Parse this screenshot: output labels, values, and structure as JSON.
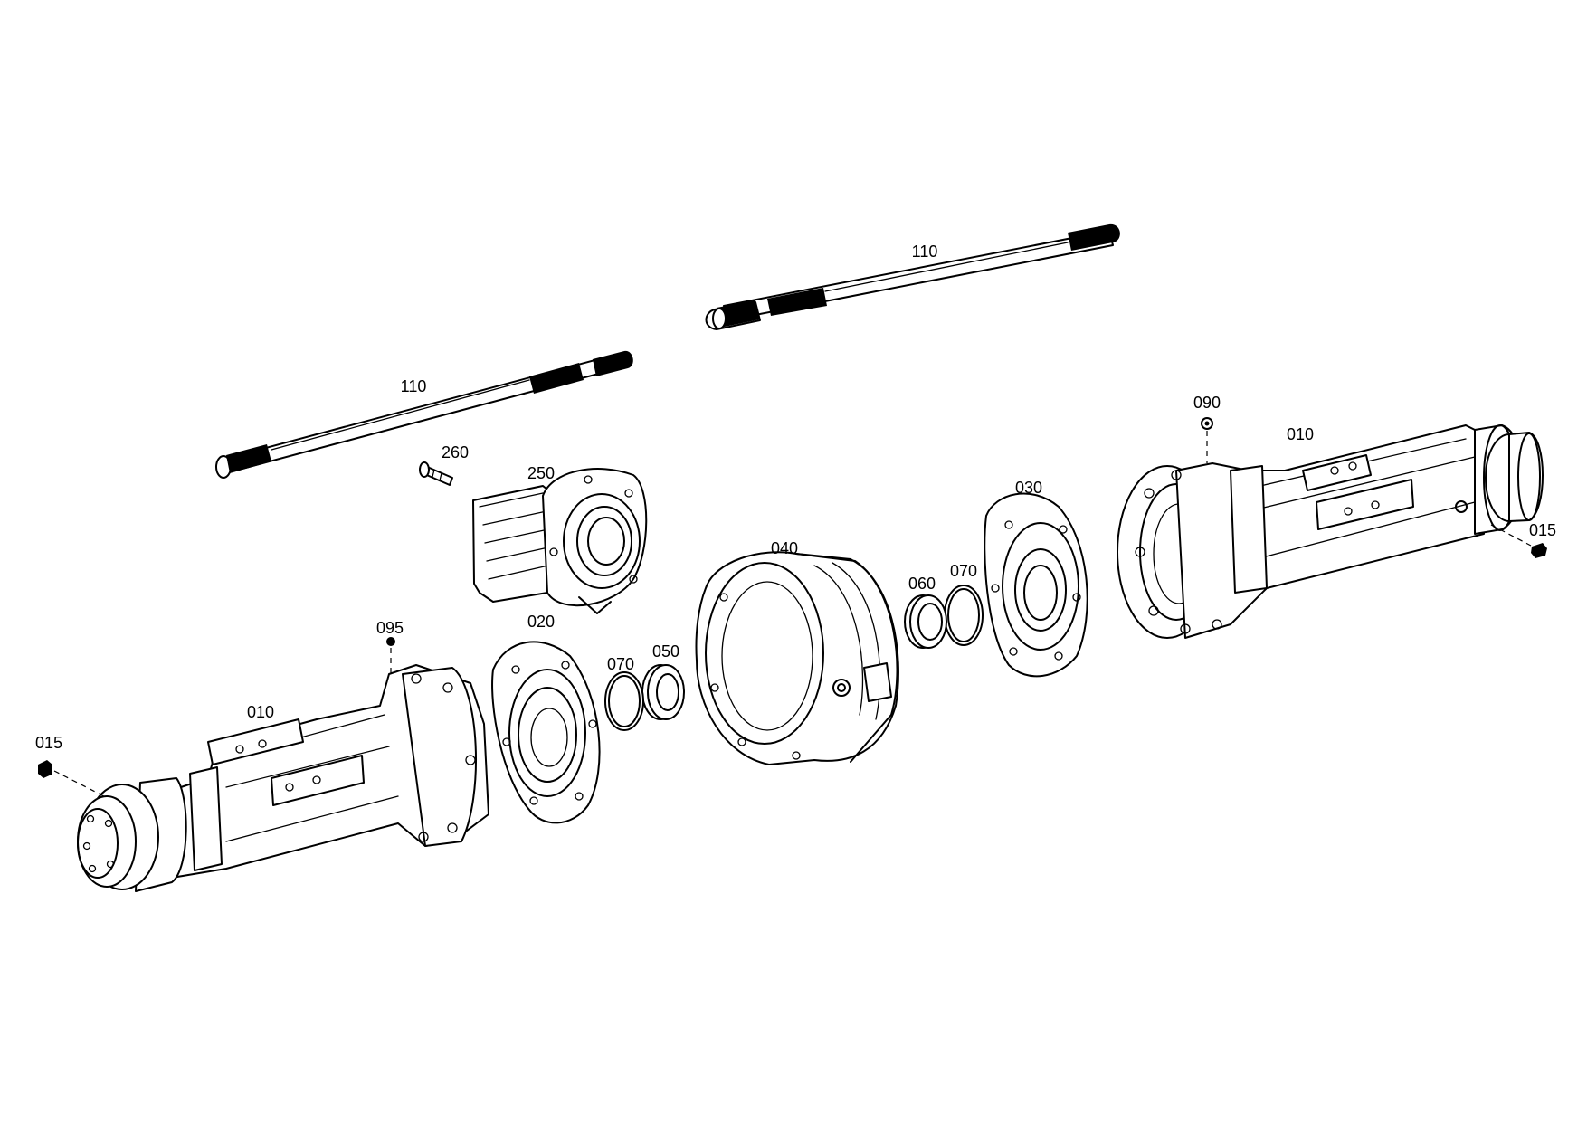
{
  "callouts": {
    "shaft_upper": "110",
    "shaft_left": "110",
    "bolt": "260",
    "bearing_housing": "250",
    "housing_right": "010",
    "breather_right": "090",
    "plug_right": "015",
    "cover_right": "030",
    "ring_right": "070",
    "seal_right": "060",
    "diff_carrier": "040",
    "seal_left": "050",
    "ring_left": "070",
    "cover_left": "020",
    "breather_left": "095",
    "housing_left": "010",
    "plug_left": "015"
  }
}
